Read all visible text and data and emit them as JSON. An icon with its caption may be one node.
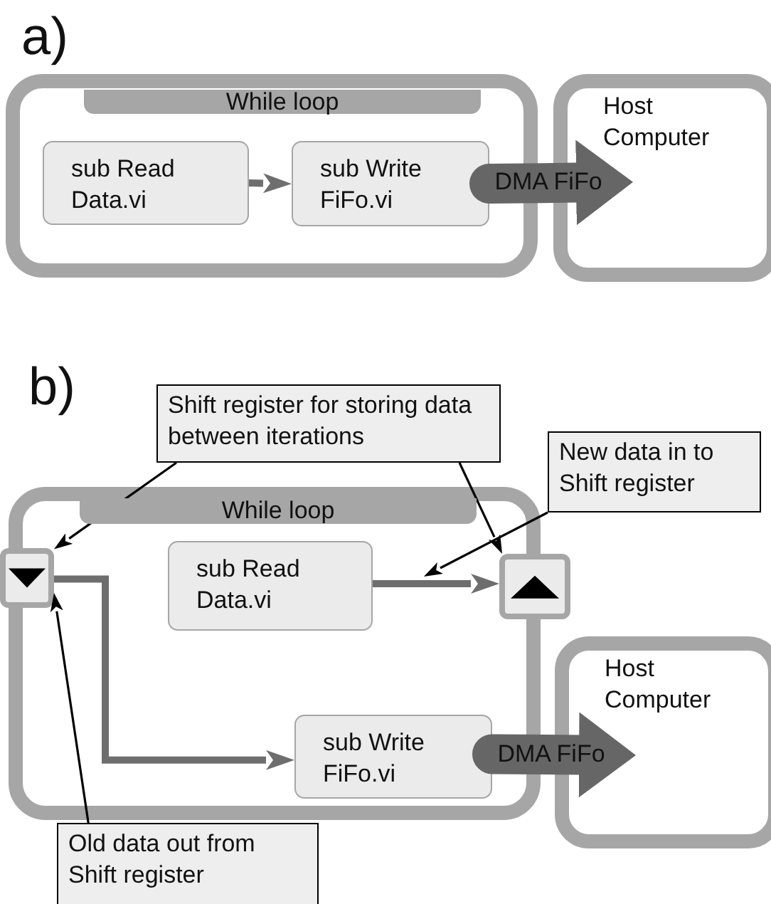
{
  "diagram": {
    "nodes": [
      {
        "text": [
          "While loop"
        ]
      },
      {
        "text": [
          "sub Read Data.vi"
        ],
        "in": 0
      },
      {
        "text": [
          "sub Write FiFo.vi"
        ],
        "in": 0
      },
      {
        "text": [
          "Host Computer"
        ]
      },
      {
        "text": [
          "Shift register for storing data between iterations"
        ]
      },
      {
        "text": [
          "New data in to Shift register"
        ]
      },
      {
        "text": [
          "While loop"
        ]
      },
      {
        "text": [],
        "shape": "box"
      },
      {
        "text": [
          "sub Read Data.vi"
        ],
        "in": 6
      },
      {
        "text": [],
        "shape": "box"
      },
      {
        "text": [
          "sub Write FiFo.vi"
        ],
        "in": 6
      },
      {
        "text": [
          "Host Computer"
        ]
      },
      {
        "text": [
          "Old data out from Shift register"
        ]
      }
    ],
    "edges": [
      {
        "from": 1,
        "to": 2,
        "arrow": "to",
        "color": "#6e6e6e"
      },
      {
        "from": 2,
        "to": 3,
        "arrow": "to",
        "label": "DMA FiFo",
        "style": "thick",
        "color": "#666666"
      },
      {
        "from": 8,
        "to": 9,
        "arrow": "to",
        "color": "#6e6e6e"
      },
      {
        "from": 7,
        "to": 10,
        "arrow": "to",
        "color": "#6e6e6e"
      },
      {
        "from": 10,
        "to": 11,
        "arrow": "to",
        "label": "DMA FiFo",
        "style": "thick",
        "color": "#666666"
      },
      {
        "from": 4,
        "to": 7,
        "arrow": "to",
        "color": "#000000"
      },
      {
        "from": 4,
        "to": 9,
        "arrow": "to",
        "color": "#000000"
      },
      {
        "from": 5,
        "to": null,
        "arrow": "to",
        "color": "#000000"
      },
      {
        "from": 12,
        "to": 7,
        "arrow": "to",
        "color": "#000000"
      }
    ],
    "labels": [
      "a)",
      "b)"
    ]
  }
}
